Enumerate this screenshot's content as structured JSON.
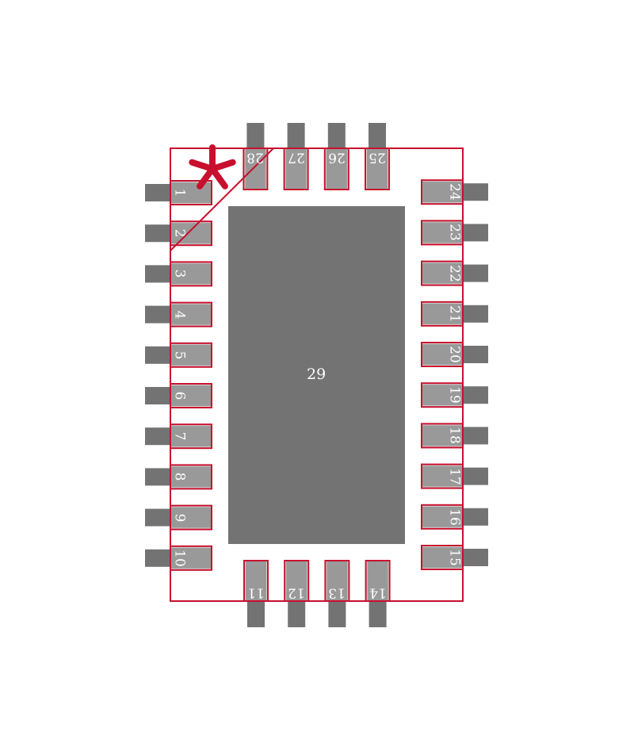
{
  "footprint": {
    "type": "QFN-29 (28 + exposed pad) package footprint",
    "colors": {
      "outline": "#c8102e",
      "pad_fill": "#999999",
      "pad_highlight": "#d6d6d6",
      "stub_fill": "#737373",
      "center_pad": "#737373",
      "label_text": "#ffffff",
      "background": "#ffffff"
    },
    "pin1_marker": "*",
    "center_pad_label": "29",
    "left_pins": [
      "1",
      "2",
      "3",
      "4",
      "5",
      "6",
      "7",
      "8",
      "9",
      "10"
    ],
    "bottom_pins": [
      "11",
      "12",
      "13",
      "14"
    ],
    "right_pins": [
      "15",
      "16",
      "17",
      "18",
      "19",
      "20",
      "21",
      "22",
      "23",
      "24"
    ],
    "top_pins": [
      "25",
      "26",
      "27",
      "28"
    ]
  }
}
